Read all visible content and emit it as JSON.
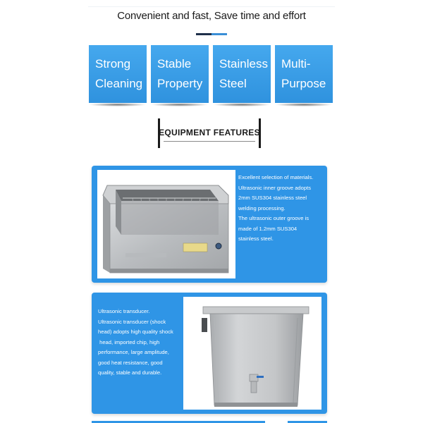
{
  "header": {
    "title": "Convenient and fast, Save time and effort"
  },
  "tiles": [
    {
      "label": "Strong\nCleaning"
    },
    {
      "label": "Stable\nProperty"
    },
    {
      "label": "Stainless\nSteel"
    },
    {
      "label": "Multi-\nPurpose"
    }
  ],
  "features": {
    "heading": "EQUIPMENT FEATURES"
  },
  "panel1": {
    "lines": [
      "Excellent selection of materials.",
      "Ultrasonic inner groove adopts",
      "2mm SUS304 stainless steel",
      "welding processing.",
      "The ultrasonic outer groove is",
      "made of 1.2mm SUS304",
      "stainless steel."
    ]
  },
  "panel2": {
    "lines": [
      "Ultrasonic transducer.",
      "Ultrasonic transducer (shock",
      "head) adopts high quality shock",
      " head, imported chip, high",
      "performance, large amplitude,",
      "good heat resistance, good",
      "quality, stable and durable."
    ]
  },
  "colors": {
    "accent_blue": "#2f95e6",
    "tile_blue": "#3a9ee9",
    "dark_navy": "#1e2f4a"
  }
}
